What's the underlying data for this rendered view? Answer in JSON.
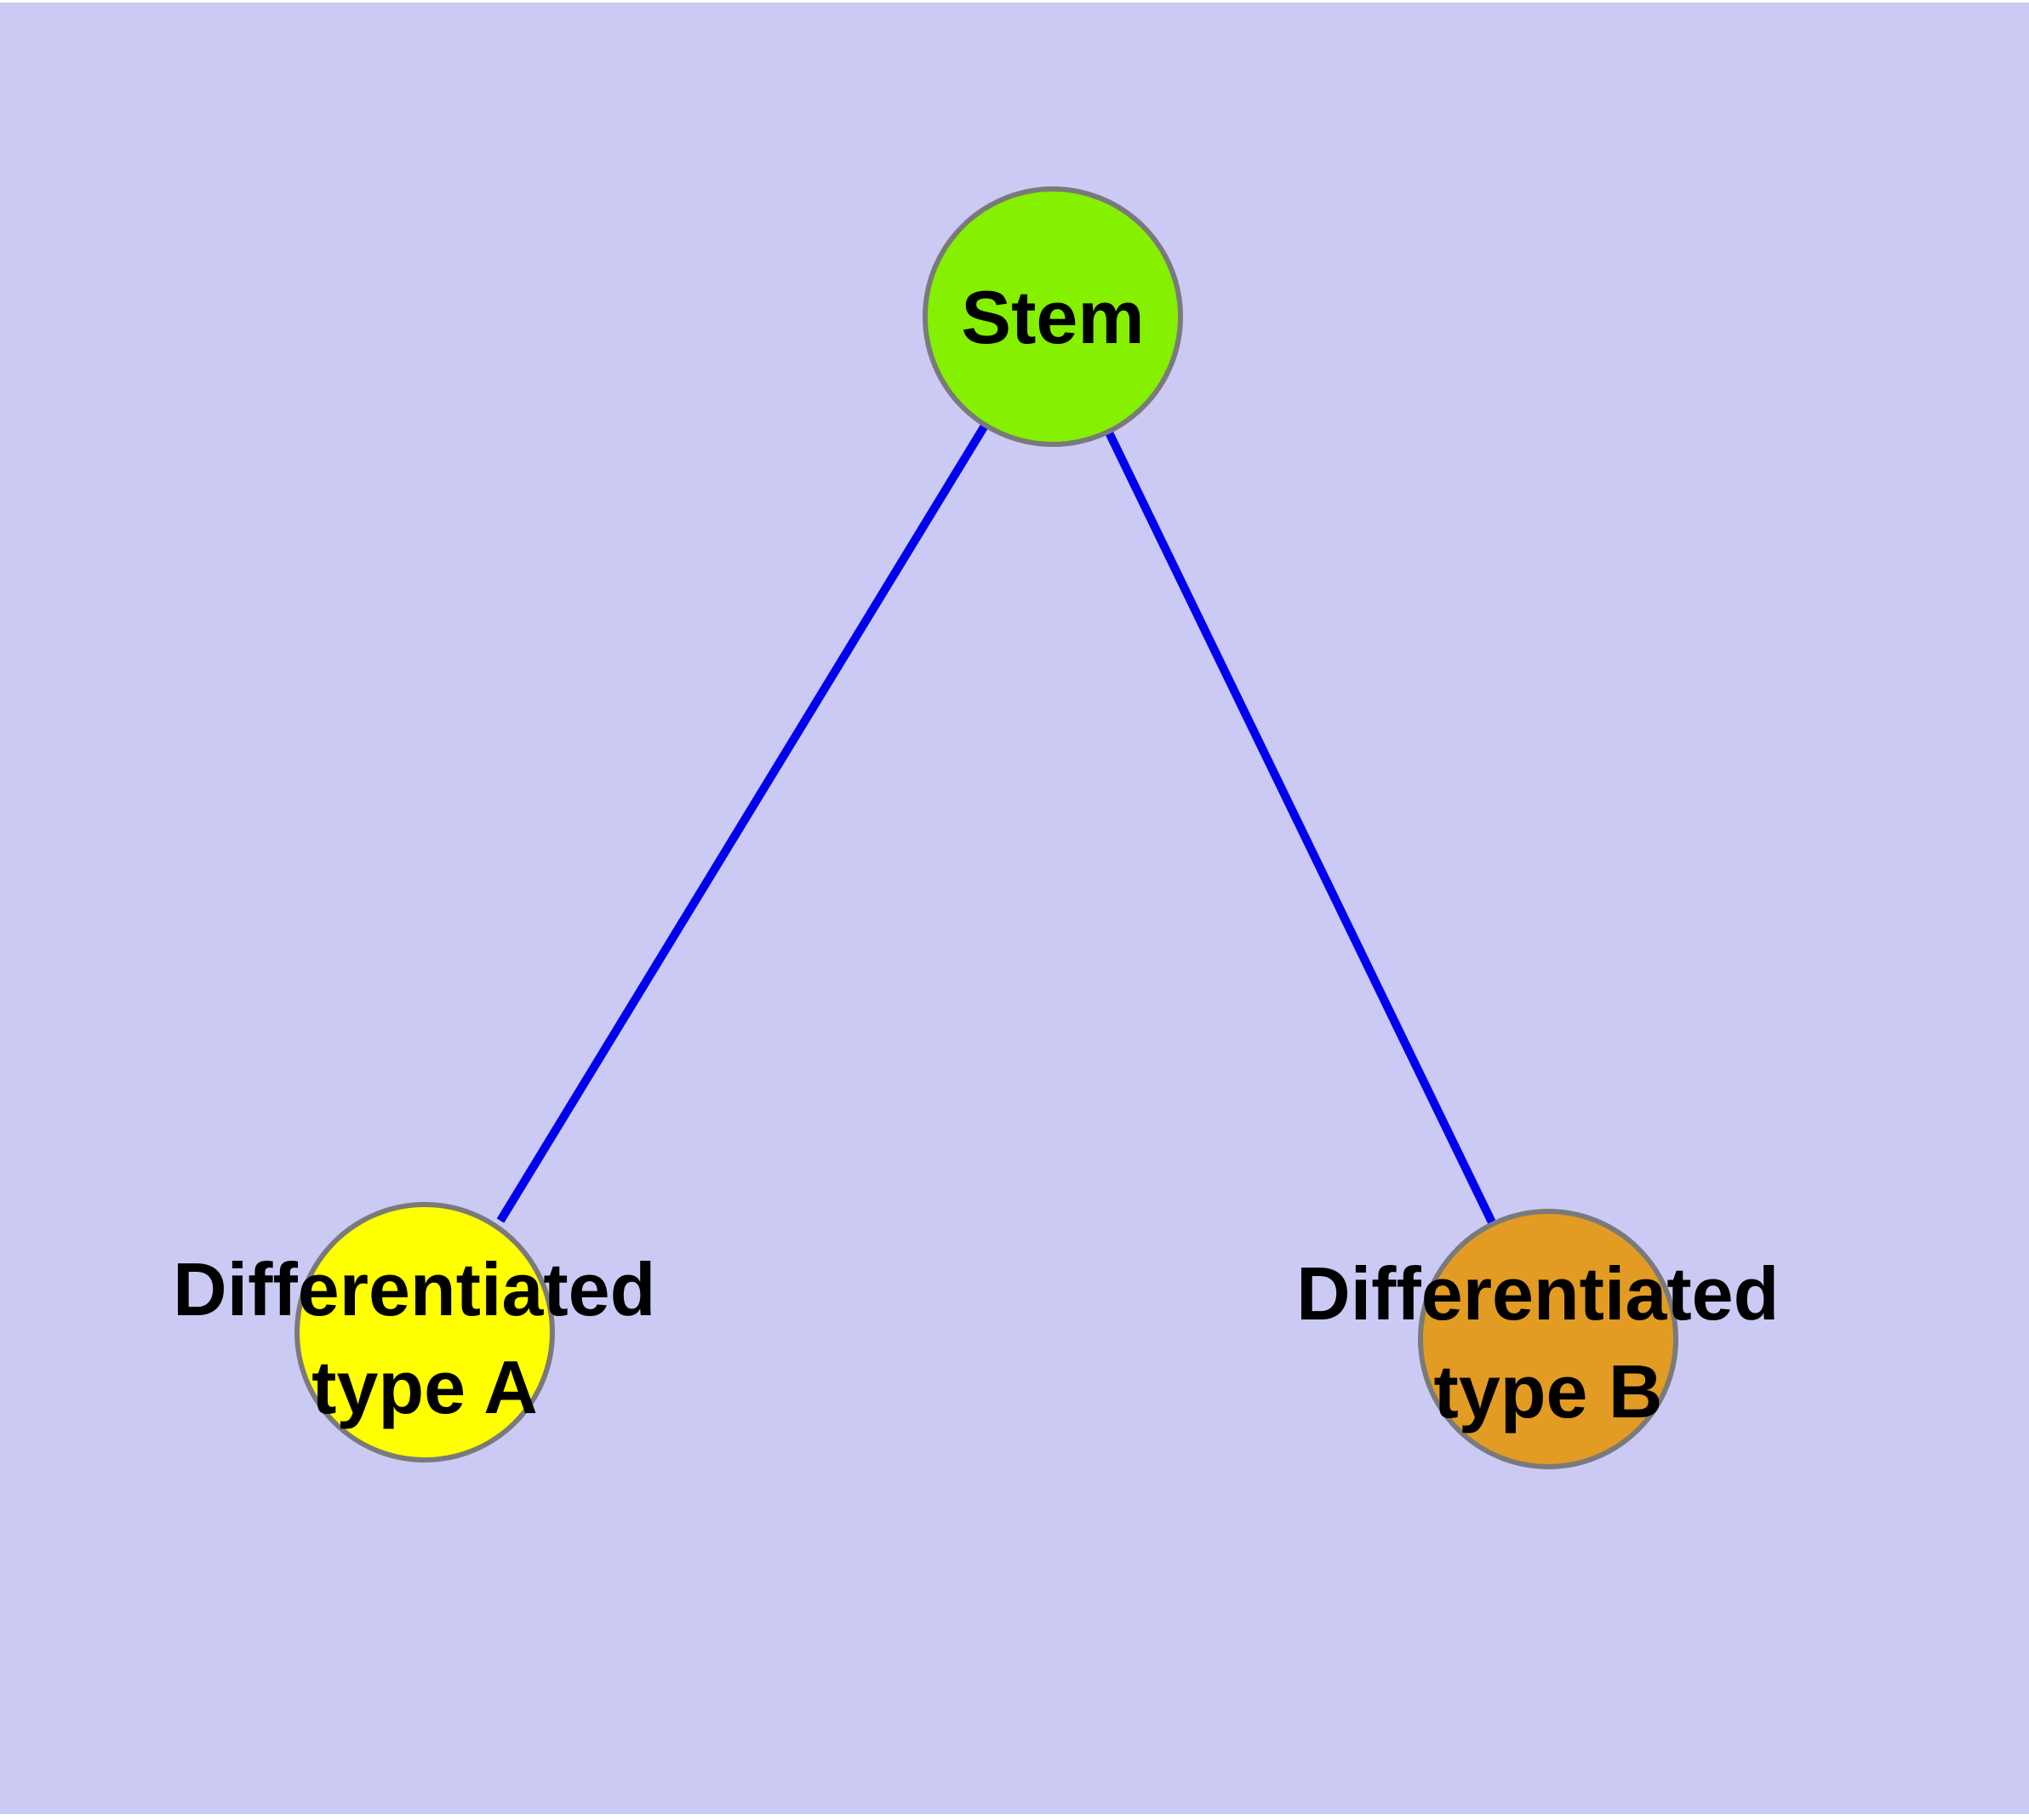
{
  "diagram": {
    "background_color": "#CACAF5",
    "frame_color": "#FFFFFF",
    "edge_color": "#0000EE",
    "node_border_color": "#7A7A7A",
    "label_color": "#000000",
    "nodes": [
      {
        "id": "stem",
        "lines": [
          "Stem"
        ],
        "fill": "#85F000"
      },
      {
        "id": "type-a",
        "lines": [
          "Differentiated",
          "type A"
        ],
        "fill": "#FFFF00"
      },
      {
        "id": "type-b",
        "lines": [
          "Differentiated",
          "type B"
        ],
        "fill": "#E29B23"
      }
    ],
    "edges": [
      {
        "from": "stem",
        "to": "type-a"
      },
      {
        "from": "stem",
        "to": "type-b"
      }
    ]
  }
}
